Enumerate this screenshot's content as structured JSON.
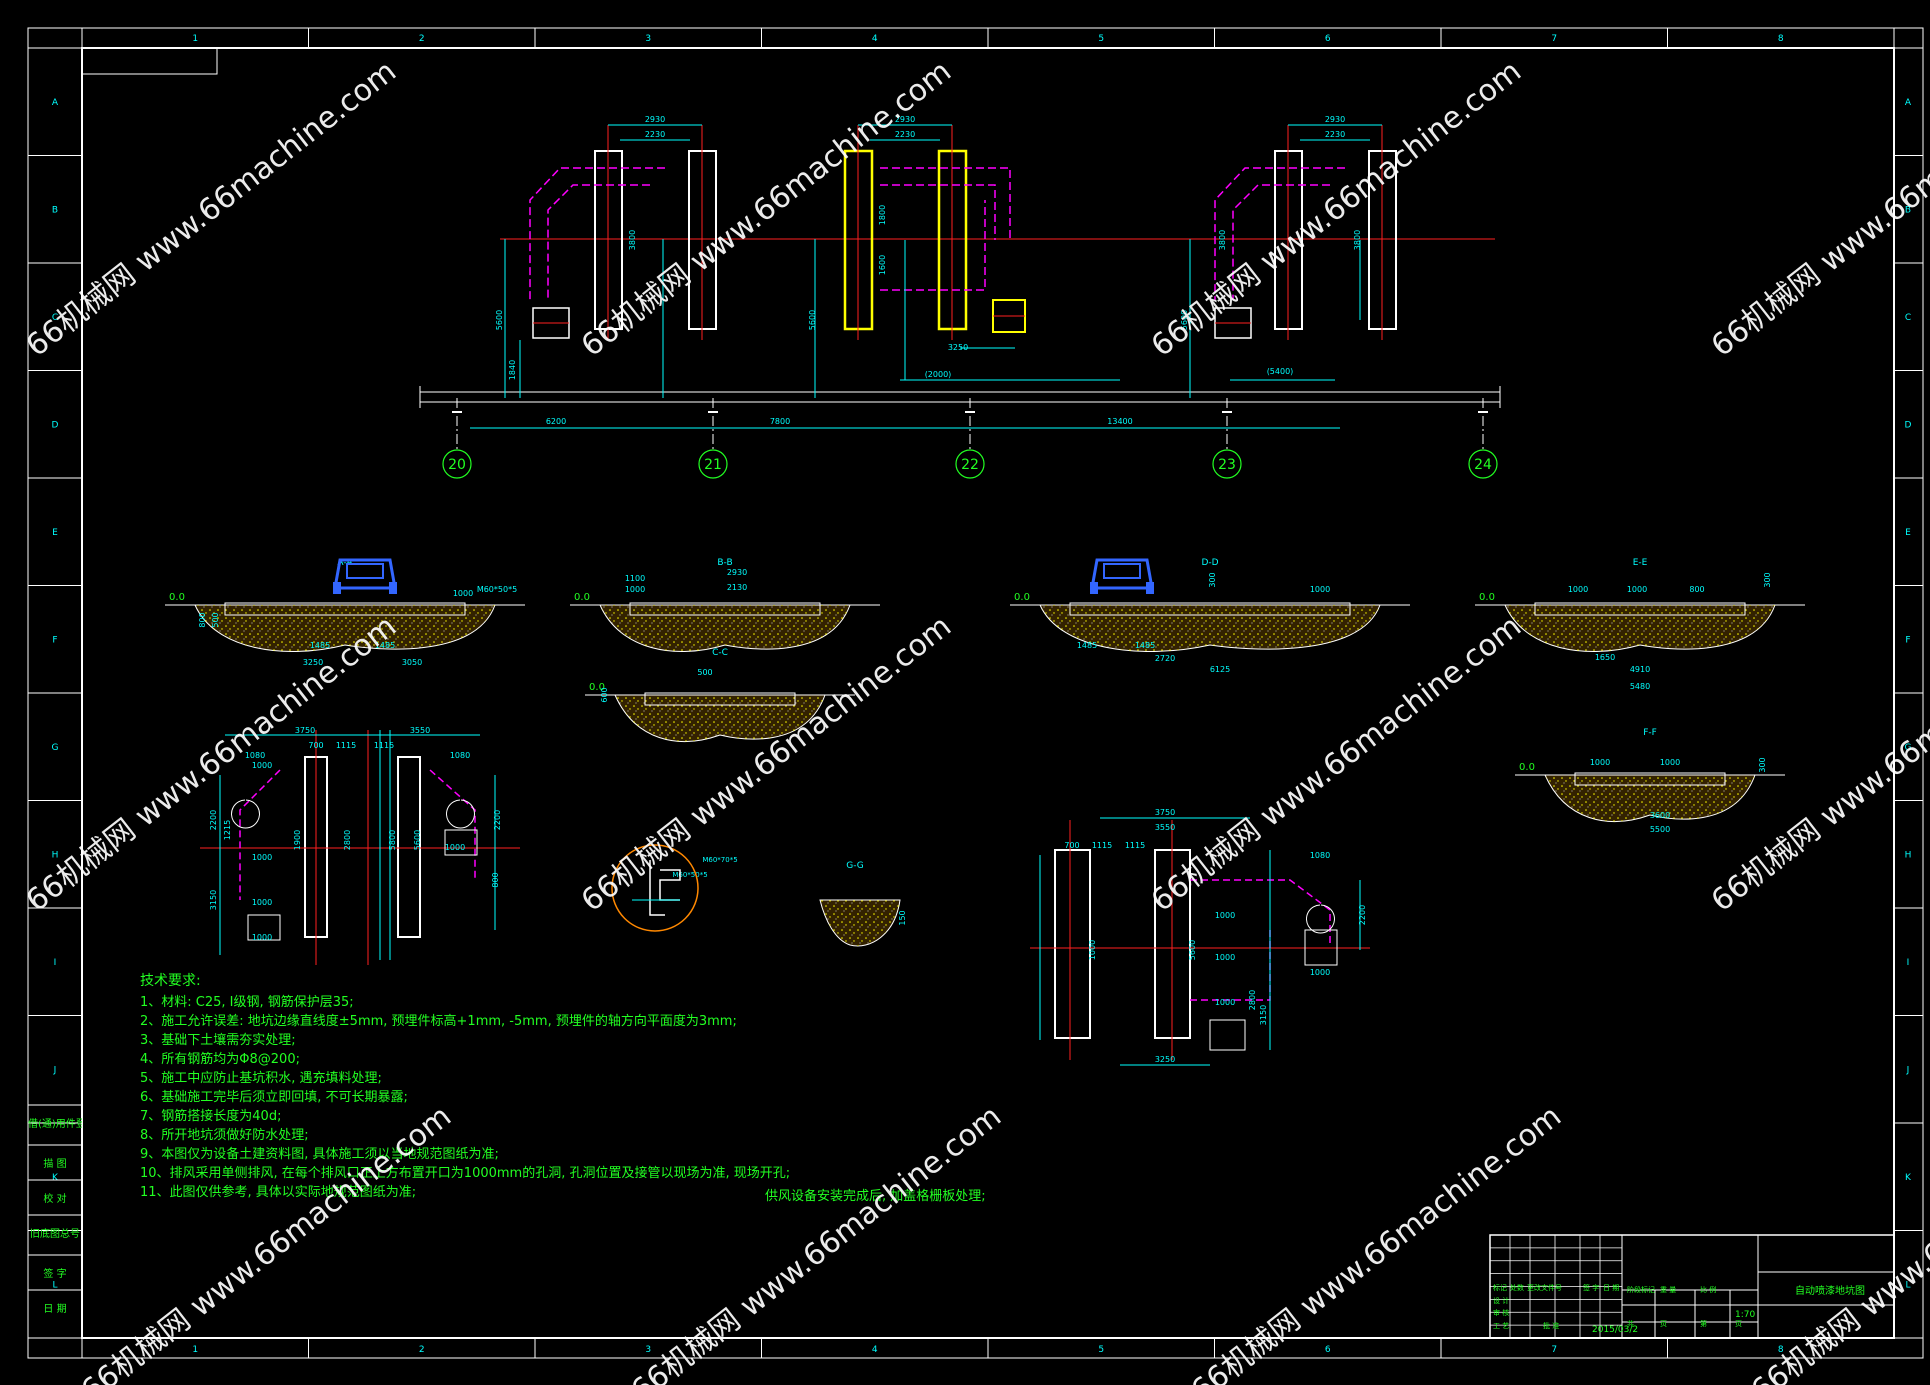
{
  "colors": {
    "background": "#000000",
    "frame": "#ffffff",
    "grid": "#00ffff",
    "dimension": "#00ffff",
    "wall": "#ffffff",
    "highlight": "#ffff00",
    "duct": "#ff00ff",
    "center_line": "#ff2020",
    "text": "#22ff22",
    "gravel": "#ffff00",
    "car": "#3366ff"
  },
  "frame": {
    "columns": [
      "1",
      "2",
      "3",
      "4",
      "5",
      "6",
      "7",
      "8"
    ],
    "rows": [
      "A",
      "B",
      "C",
      "D",
      "E",
      "F",
      "G",
      "H",
      "I",
      "J",
      "K",
      "L"
    ]
  },
  "plan": {
    "grid_axes": [
      "20",
      "21",
      "22",
      "23",
      "24"
    ],
    "top_dims": [
      "2930",
      "2230",
      "2930",
      "2230",
      "2930",
      "2230"
    ],
    "vertical_dims": [
      "3800",
      "1800",
      "1600",
      "3800",
      "3800",
      "5600",
      "5600",
      "1840",
      "5600"
    ],
    "bottom_dims": [
      "6200",
      "7800",
      "13400",
      "(2000)",
      "(5400)",
      "3250"
    ]
  },
  "sections": {
    "aa": {
      "title": "A-A",
      "level": "0.0",
      "dims": [
        "1000",
        "1485",
        "1485",
        "3250",
        "3050",
        "800",
        "500",
        "M60*50*5"
      ]
    },
    "bb": {
      "title": "B-B",
      "level": "0.0",
      "dims": [
        "1100",
        "1000",
        "2930",
        "2130"
      ]
    },
    "cc": {
      "title": "C-C",
      "level": "0.0",
      "dims": [
        "500",
        "600"
      ]
    },
    "dd": {
      "title": "D-D",
      "level": "0.0",
      "dims": [
        "1485",
        "1485",
        "2720",
        "6125",
        "1000",
        "300"
      ]
    },
    "ee": {
      "title": "E-E",
      "level": "0.0",
      "dims": [
        "1000",
        "1000",
        "800",
        "1650",
        "4910",
        "5480",
        "300"
      ]
    },
    "ff": {
      "title": "F-F",
      "level": "0.0",
      "dims": [
        "1000",
        "1000",
        "3600",
        "5500",
        "300"
      ]
    },
    "gg": {
      "title": "G-G",
      "dims": [
        "150"
      ]
    },
    "detail": {
      "labels": [
        "M60*50*5",
        "M60*70*5"
      ]
    }
  },
  "plan_details": {
    "left_dims": [
      "3750",
      "3550",
      "1080",
      "700",
      "1115",
      "1115",
      "1080",
      "1000",
      "2200",
      "1215",
      "2200",
      "3150",
      "1000",
      "1000",
      "1000",
      "1900",
      "2800",
      "5800",
      "5600",
      "800",
      "1000"
    ],
    "right_dims": [
      "3750",
      "3550",
      "700",
      "1115",
      "1115",
      "1080",
      "1000",
      "1000",
      "2200",
      "3150",
      "1000",
      "2800",
      "5600",
      "1000",
      "3250",
      "1000"
    ]
  },
  "notes": {
    "title": "技术要求:",
    "lines": [
      "1、材料: C25, I级钢, 钢筋保护层35;",
      "2、施工允许误差: 地坑边缘直线度±5mm, 预埋件标高+1mm, -5mm, 预埋件的轴方向平面度为3mm;",
      "3、基础下土壤需夯实处理;",
      "4、所有钢筋均为Φ8@200;",
      "5、施工中应防止基坑积水, 遇充填料处理;",
      "6、基础施工完毕后须立即回填, 不可长期暴露;",
      "7、钢筋搭接长度为40d;",
      "8、所开地坑须做好防水处理;",
      "9、本图仅为设备土建资料图, 具体施工须以当地规范图纸为准;",
      "10、排风采用单侧排风, 在每个排风口正上方布置开口为1000mm的孔洞, 孔洞位置及接管以现场为准, 现场开孔;",
      "11、此图仅供参考, 具体以实际地规范图纸为准;"
    ],
    "footer": "供风设备安装完成后, 加盖格栅板处理;"
  },
  "side_labels": [
    "借(通)用件登记",
    "描 图",
    "校 对",
    "旧底图总号",
    "签 字",
    "日 期"
  ],
  "title_block": {
    "project_title": "自动喷漆地坑图",
    "scale": "1:70",
    "date": "2015/03/2",
    "labels": [
      "标记",
      "处数",
      "更改文件号",
      "签 字",
      "日 期",
      "设 计",
      "审 核",
      "工 艺",
      "批 准",
      "阶段标记",
      "重 量",
      "比 例",
      "共",
      "页",
      "第",
      "页"
    ]
  },
  "watermark": {
    "text_cn": "66机械网",
    "text_url": "www.66machine.com"
  }
}
